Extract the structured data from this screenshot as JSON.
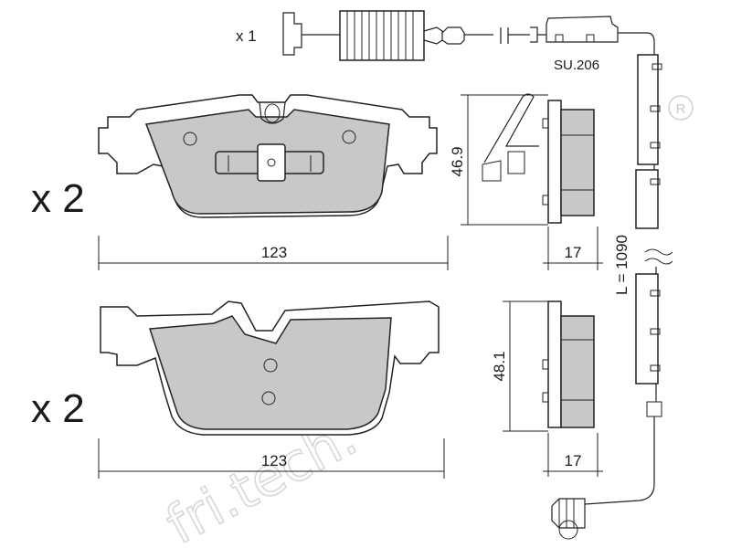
{
  "top_pad": {
    "quantity": "x 2",
    "width": "123",
    "height": "46.9",
    "thickness": "17"
  },
  "bottom_pad": {
    "quantity": "x 2",
    "width": "123",
    "height": "48.1",
    "thickness": "17"
  },
  "sensor": {
    "quantity": "x 1",
    "part_number": "SU.206",
    "length_label": "L = 1090"
  },
  "watermark": {
    "text": "fri.tech.",
    "registered": "R"
  },
  "colors": {
    "pad_fill": "#c8c8c8",
    "outline": "#222222",
    "watermark": "#d8d8d8"
  }
}
